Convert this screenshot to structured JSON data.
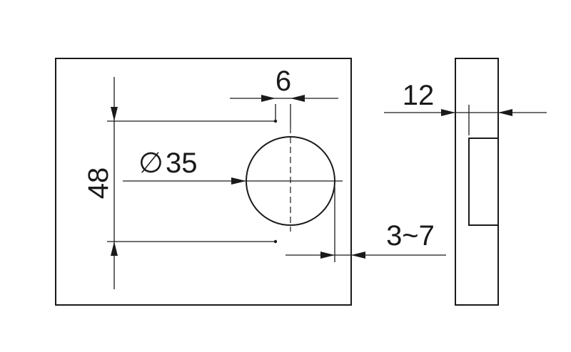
{
  "drawing": {
    "height_label": "48",
    "offset_label": "6",
    "diameter_symbol": "∅",
    "diameter_value": "35",
    "edge_distance_label": "3~7",
    "thickness_label": "12"
  }
}
